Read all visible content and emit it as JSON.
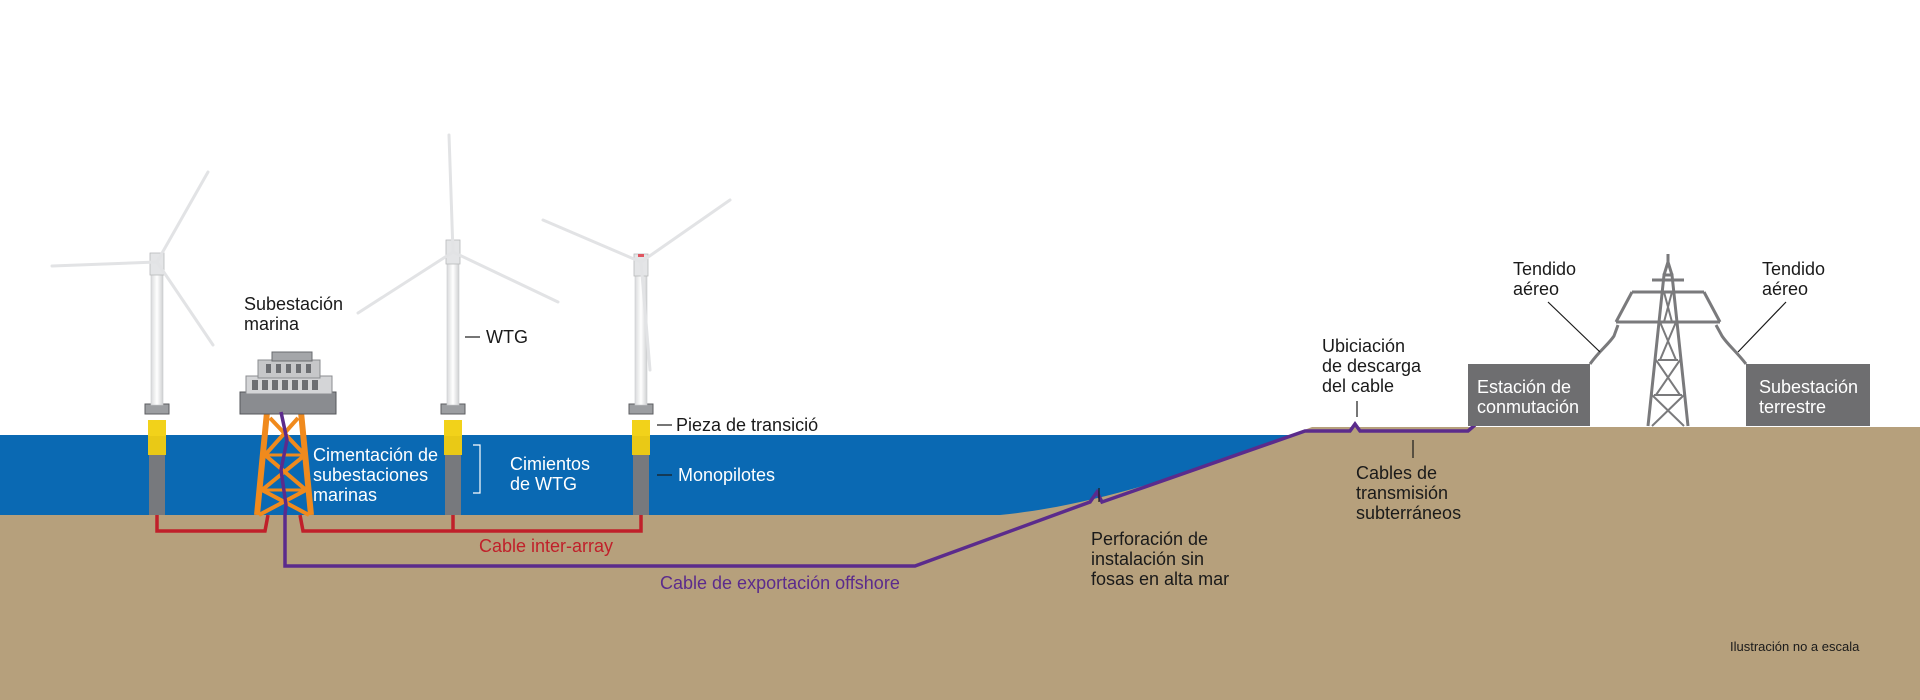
{
  "labels": {
    "substation_marine": [
      "Subestación",
      "marina"
    ],
    "wtg": "WTG",
    "transition_piece": "Pieza de transició",
    "monopiles": "Monopilotes",
    "substation_foundation": [
      "Cimentación de",
      "subestaciones",
      "marinas"
    ],
    "wtg_foundations": [
      "Cimientos",
      "de WTG"
    ],
    "inter_array_cable": "Cable inter-array",
    "offshore_export_cable": "Cable de exportación offshore",
    "trenchless_drilling": [
      "Perforación de",
      "instalación sin",
      "fosas en alta mar"
    ],
    "cable_landing": [
      "Ubiciación",
      "de descarga",
      "del cable"
    ],
    "underground_cables": [
      "Cables de",
      "transmisión",
      "subterráneos"
    ],
    "switching_station": [
      "Estación de",
      "conmutación"
    ],
    "onshore_substation": [
      "Subestación",
      "terrestre"
    ],
    "overhead_line_left": [
      "Tendido",
      "aéreo"
    ],
    "overhead_line_right": [
      "Tendido",
      "aéreo"
    ],
    "scale_note": "Ilustración no a escala"
  },
  "colors": {
    "sea": "#0a69b3",
    "ground": "#b6a07c",
    "inter_array": "#c0202a",
    "export_cable": "#5b2b8c",
    "building": "#6e6e70",
    "tower": "#7a7a7c",
    "transition": "#f2d21a",
    "monopile": "#77797d",
    "jacket": "#f08a1d"
  }
}
